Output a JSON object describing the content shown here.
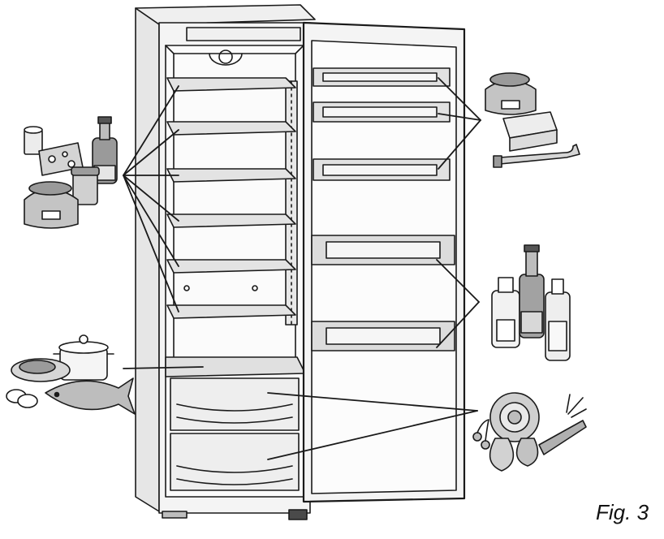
{
  "figure": {
    "label": "Fig. 3"
  },
  "colors": {
    "line": "#1a1a1a",
    "fridge_fill": "#f4f4f4",
    "shelf_fill": "#d9d9d9",
    "food_fill": "#c8c8c8",
    "food_dark": "#8a8a8a",
    "background": "#ffffff"
  },
  "food_groups": [
    {
      "name": "preserves-dairy-sauces",
      "icons": [
        "jar-icon",
        "cheese-icon",
        "bottle-icon",
        "cup-icon"
      ]
    },
    {
      "name": "fish-meat",
      "icons": [
        "fish-icon",
        "pot-icon",
        "plate-icon",
        "eggs-icon"
      ]
    },
    {
      "name": "butter-tube-preserves",
      "icons": [
        "jar-icon",
        "butter-icon",
        "tube-icon"
      ]
    },
    {
      "name": "bottles",
      "icons": [
        "bottle-icon",
        "bottle-icon",
        "bottle-icon"
      ]
    },
    {
      "name": "vegetables-fruit",
      "icons": [
        "cabbage-icon",
        "carrot-icon",
        "pear-icon",
        "cherry-icon"
      ]
    }
  ]
}
